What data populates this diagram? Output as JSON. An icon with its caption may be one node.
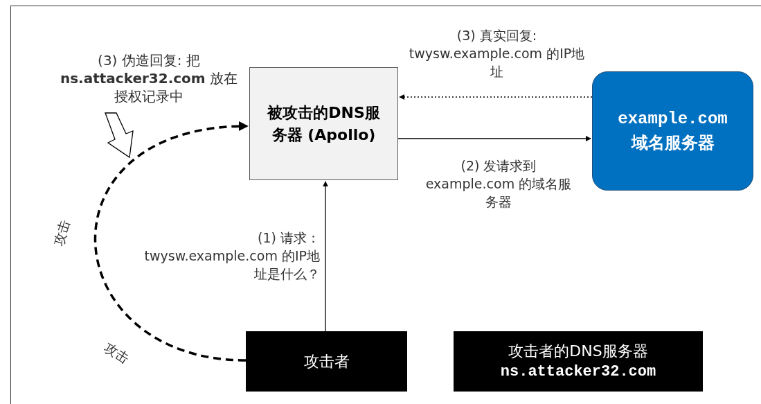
{
  "diagram": {
    "nodes": [
      {
        "text": [
          "被攻击的DNS服务器 (Apollo)"
        ]
      },
      {
        "text": [
          "example.com",
          "域名服务器"
        ]
      },
      {
        "text": [
          "攻击者"
        ]
      },
      {
        "text": [
          "攻击者的DNS服务器",
          "ns.attacker32.com"
        ]
      },
      {
        "text": [
          "(3) 伪造回复: 把 **ns.attacker32.com** 放在授权记录中"
        ]
      }
    ],
    "edges": [
      {
        "from": 2,
        "to": 0,
        "arrow": "to",
        "label": "(1) 请求：twysw.example.com 的IP地址是什么？"
      },
      {
        "from": 0,
        "to": 1,
        "arrow": "to",
        "label": "(2) 发请求到 example.com 的域名服务器"
      },
      {
        "from": 1,
        "to": 0,
        "arrow": "to",
        "label": "(3) 真实回复: twysw.example.com 的IP地址",
        "style": "dashed"
      },
      {
        "from": 2,
        "to": 0,
        "arrow": "to",
        "style": "dashed"
      },
      {
        "from": 4,
        "to": null,
        "arrow": "to"
      }
    ],
    "labels": [
      "攻击",
      "攻击"
    ]
  }
}
